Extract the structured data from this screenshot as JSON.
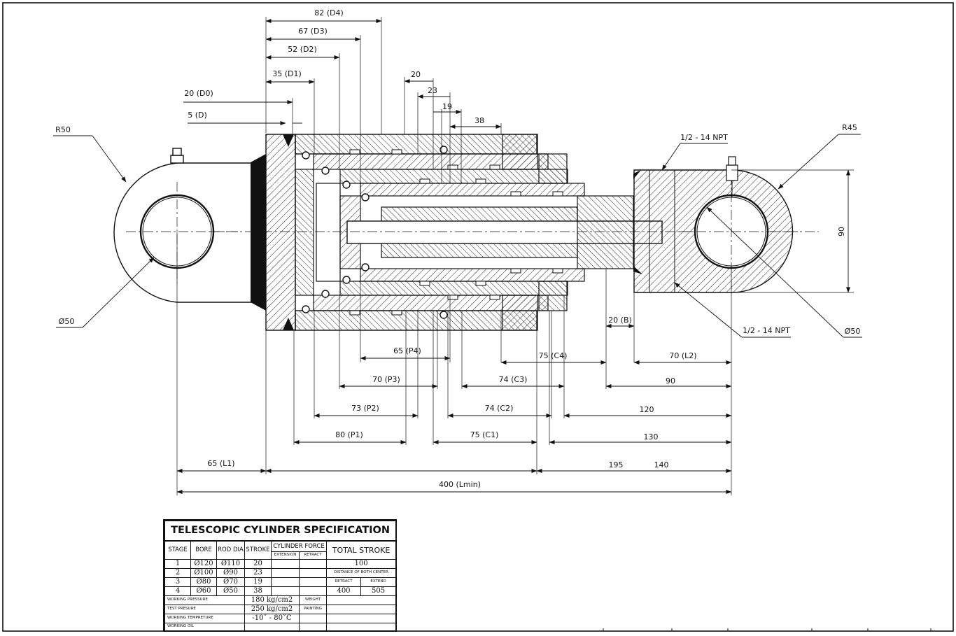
{
  "drawing": {
    "callouts": {
      "r50": "R50",
      "r45": "R45",
      "dia50_left": "Ø50",
      "dia50_right": "Ø50",
      "npt_top": "1/2 - 14 NPT",
      "npt_bottom": "1/2 - 14 NPT",
      "height_90": "90"
    },
    "top_dims": {
      "d4": "82 (D4)",
      "d3": "67 (D3)",
      "d2": "52 (D2)",
      "d1": "35 (D1)",
      "d0": "20 (D0)",
      "d": "5 (D)",
      "s20": "20",
      "s23": "23",
      "s19": "19",
      "s38": "38"
    },
    "bottom_dims": {
      "b": "20 (B)",
      "p4": "65 (P4)",
      "c4": "75 (C4)",
      "l2": "70 (L2)",
      "p3": "70 (P3)",
      "c3": "74 (C3)",
      "v90": "90",
      "p2": "73 (P2)",
      "c2": "74 (C2)",
      "v120": "120",
      "p1": "80 (P1)",
      "c1": "75 (C1)",
      "v130": "130",
      "l1": "65 (L1)",
      "v195": "195",
      "v140": "140",
      "lmin": "400 (Lmin)"
    }
  },
  "spec": {
    "title": "TELESCOPIC CYLINDER SPECIFICATION",
    "headers": {
      "stage": "STAGE",
      "bore": "BORE",
      "rod": "ROD DIA",
      "stroke": "STROKE",
      "force": "CYLINDER FORCE",
      "extension": "EXTENSION",
      "retract": "RETRACT",
      "total": "TOTAL STROKE"
    },
    "rows": [
      {
        "stage": "1",
        "bore": "Ø120",
        "rod": "Ø110",
        "stroke": "20"
      },
      {
        "stage": "2",
        "bore": "Ø100",
        "rod": "Ø90",
        "stroke": "23"
      },
      {
        "stage": "3",
        "bore": "Ø80",
        "rod": "Ø70",
        "stroke": "19"
      },
      {
        "stage": "4",
        "bore": "Ø60",
        "rod": "Ø50",
        "stroke": "38"
      }
    ],
    "total_stroke": "100",
    "distance_label": "DISTANCE OF BOTH CENTER",
    "retract_label": "RETRACT",
    "extend_label": "EXTEND",
    "retract_value": "400",
    "extend_value": "505",
    "working_pressure_label": "WORKING PRESSURE",
    "working_pressure": "180 kg/cm2",
    "test_pressure_label": "TEST PRESURE",
    "test_pressure": "250 kg/cm2",
    "temperature_label": "WORKING TEMPRETURE",
    "temperature": "-10˚ - 80˚C",
    "oil_label": "WORKING OIL",
    "weight_label": "WEIGHT",
    "painting_label": "PAINTING"
  }
}
